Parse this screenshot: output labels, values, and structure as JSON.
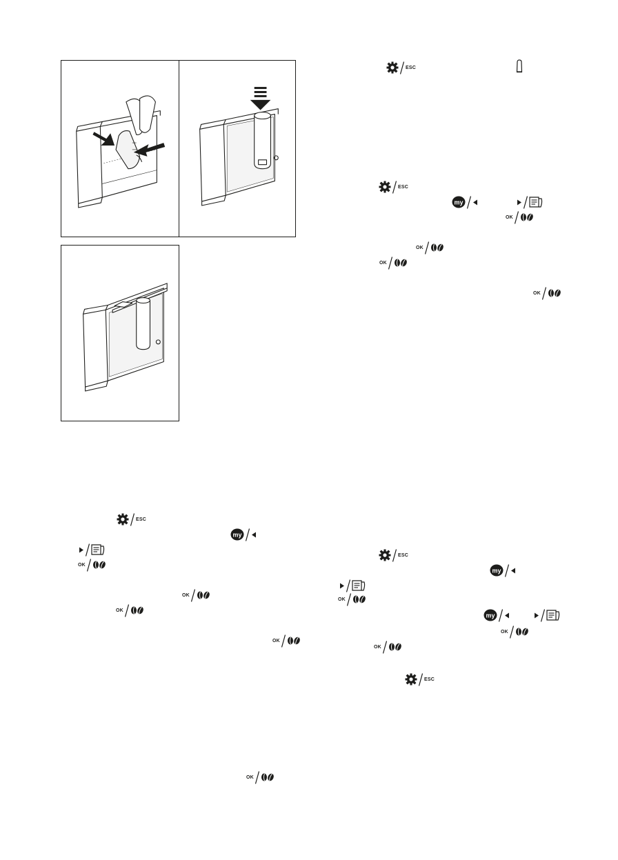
{
  "page": {
    "background": "#ffffff",
    "ink": "#1d1d1b"
  },
  "figures": [
    {
      "id": "figure-1",
      "content": "hand inserting water filter into tank"
    },
    {
      "id": "figure-2",
      "content": "water filter pressed down into tank"
    },
    {
      "id": "figure-3",
      "content": "water tank with installed filter"
    }
  ],
  "labels": {
    "esc": "ESC",
    "ok": "OK"
  },
  "symbols": [
    {
      "id": "r1",
      "type": "settings-esc"
    },
    {
      "id": "r2",
      "type": "filter-cartridge"
    },
    {
      "id": "r3",
      "type": "settings-esc"
    },
    {
      "id": "r4",
      "type": "my-left"
    },
    {
      "id": "r5",
      "type": "right-menu"
    },
    {
      "id": "r6",
      "type": "ok-beans"
    },
    {
      "id": "r7",
      "type": "ok-beans"
    },
    {
      "id": "r8",
      "type": "ok-beans"
    },
    {
      "id": "r9",
      "type": "ok-beans"
    },
    {
      "id": "l1",
      "type": "settings-esc"
    },
    {
      "id": "l2",
      "type": "my-left"
    },
    {
      "id": "l3",
      "type": "right-menu"
    },
    {
      "id": "l4",
      "type": "ok-beans"
    },
    {
      "id": "l5",
      "type": "ok-beans"
    },
    {
      "id": "l6",
      "type": "ok-beans"
    },
    {
      "id": "l7",
      "type": "ok-beans"
    },
    {
      "id": "l8",
      "type": "ok-beans"
    },
    {
      "id": "b1",
      "type": "settings-esc"
    },
    {
      "id": "b2",
      "type": "my-left"
    },
    {
      "id": "b3",
      "type": "right-menu"
    },
    {
      "id": "b4",
      "type": "ok-beans"
    },
    {
      "id": "b5",
      "type": "my-left"
    },
    {
      "id": "b6",
      "type": "right-menu"
    },
    {
      "id": "b7",
      "type": "ok-beans"
    },
    {
      "id": "b8",
      "type": "ok-beans"
    },
    {
      "id": "b9",
      "type": "settings-esc"
    }
  ]
}
